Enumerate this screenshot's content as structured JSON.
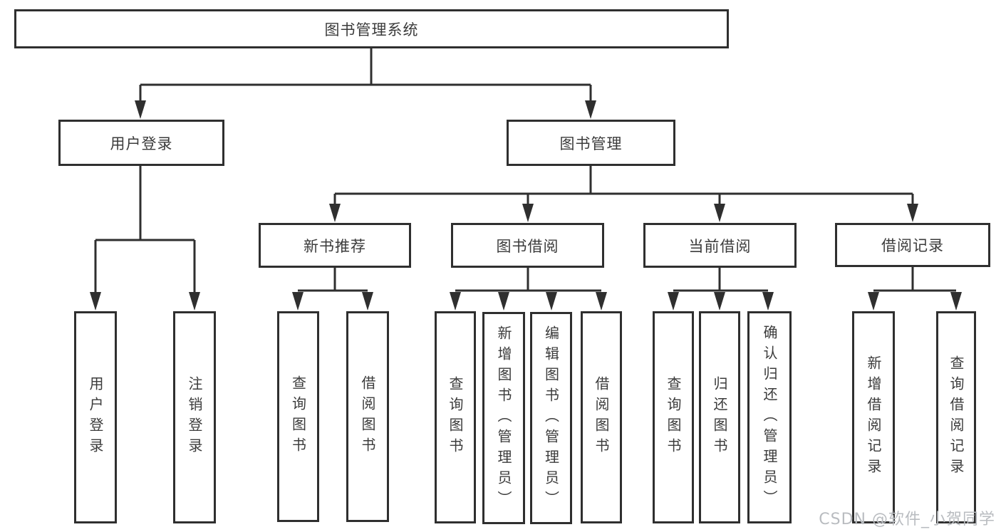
{
  "tree": {
    "root": "图书管理系统",
    "branches": [
      {
        "label": "用户登录",
        "children": [
          "用户登录",
          "注销登录"
        ]
      },
      {
        "label": "图书管理",
        "groups": [
          {
            "label": "新书推荐",
            "children": [
              "查询图书",
              "借阅图书"
            ]
          },
          {
            "label": "图书借阅",
            "children": [
              "查询图书",
              "新增图书（管理员）",
              "编辑图书（管理员）",
              "借阅图书"
            ]
          },
          {
            "label": "当前借阅",
            "children": [
              "查询图书",
              "归还图书",
              "确认归还（管理员）"
            ]
          },
          {
            "label": "借阅记录",
            "children": [
              "新增借阅记录",
              "查询借阅记录"
            ]
          }
        ]
      }
    ]
  },
  "watermark": {
    "text": "CSDN @软件_小贺同学"
  },
  "colors": {
    "line": "#2f2f2f",
    "text": "#3b3b3b",
    "watermark_text": "#b9bcc0",
    "background": "#ffffff"
  }
}
